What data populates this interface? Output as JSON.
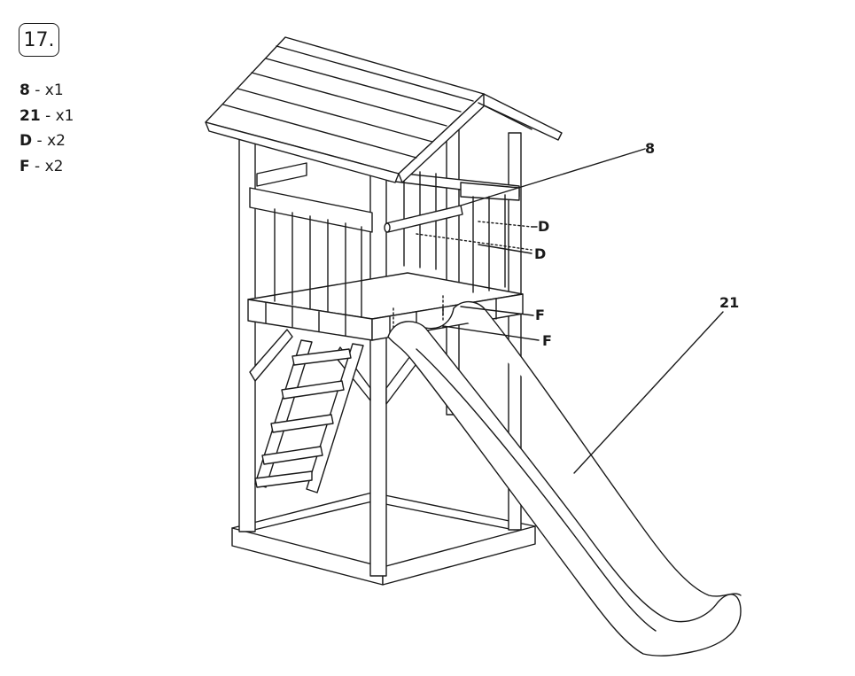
{
  "step": {
    "number": "17."
  },
  "parts": [
    {
      "id": "8",
      "sep": " - ",
      "qty": "x1"
    },
    {
      "id": "21",
      "sep": " - ",
      "qty": "x1"
    },
    {
      "id": "D",
      "sep": " - ",
      "qty": "x2"
    },
    {
      "id": "F",
      "sep": " - ",
      "qty": "x2"
    }
  ],
  "callouts": {
    "part8": "8",
    "part21": "21",
    "d1": "D",
    "d2": "D",
    "f1": "F",
    "f2": "F"
  }
}
